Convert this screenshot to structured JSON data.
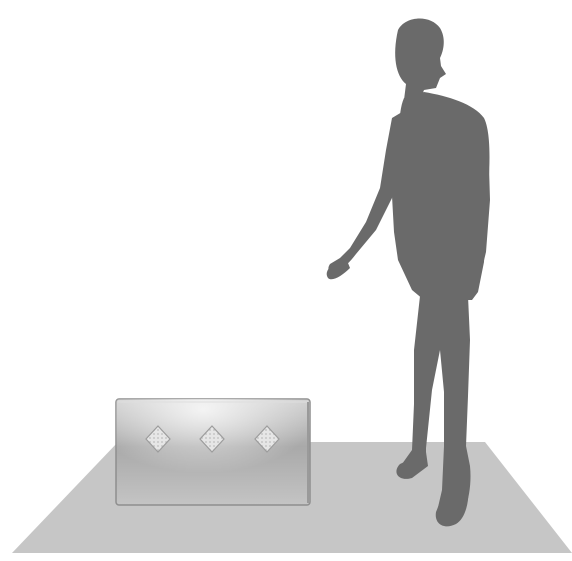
{
  "scene": {
    "description_free": true,
    "colors": {
      "background": "#ffffff",
      "floor": "#c6c6c6",
      "silhouette": "#6a6a6a",
      "box_body": "#bdbdbd",
      "box_shadow": "#8c8c8c",
      "pad": "#dcdcdc"
    },
    "objects": [
      {
        "name": "floor-plane"
      },
      {
        "name": "metal-box"
      },
      {
        "name": "human-silhouette"
      }
    ],
    "pads": [
      {
        "name": "diamond-pad-1"
      },
      {
        "name": "diamond-pad-2"
      },
      {
        "name": "diamond-pad-3"
      }
    ]
  }
}
